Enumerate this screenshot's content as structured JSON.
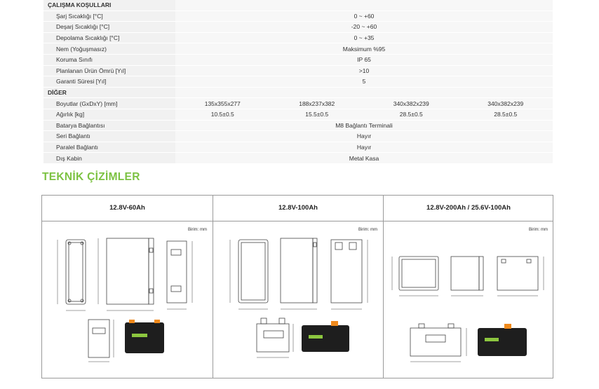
{
  "spec_table": {
    "operating_section": "ÇALIŞMA KOŞULLARI",
    "operating_rows": [
      {
        "label": "Şarj Sıcaklığı [°C]",
        "value": "0 ~ +60"
      },
      {
        "label": "Deşarj Sıcaklığı [°C]",
        "value": "-20 ~ +60"
      },
      {
        "label": "Depolama Sıcaklığı [°C]",
        "value": "0 ~ +35"
      },
      {
        "label": "Nem (Yoğuşmasız)",
        "value": "Maksimum %95"
      },
      {
        "label": "Koruma Sınıfı",
        "value": "IP 65"
      },
      {
        "label": "Planlanan Ürün Ömrü [Yıl]",
        "value": ">10"
      },
      {
        "label": "Garanti Süresi [Yıl]",
        "value": "5"
      }
    ],
    "other_section": "DİĞER",
    "dimensions": {
      "label": "Boyutlar (GxDxY) [mm]",
      "values": [
        "135x355x277",
        "188x237x382",
        "340x382x239",
        "340x382x239"
      ]
    },
    "weight": {
      "label": "Ağırlık [kg]",
      "values": [
        "10.5±0.5",
        "15.5±0.5",
        "28.5±0.5",
        "28.5±0.5"
      ]
    },
    "other_rows": [
      {
        "label": "Batarya Bağlantısı",
        "value": "M8 Bağlantı Terminali"
      },
      {
        "label": "Seri Bağlantı",
        "value": "Hayır"
      },
      {
        "label": "Paralel Bağlantı",
        "value": "Hayır"
      },
      {
        "label": "Dış Kabin",
        "value": "Metal Kasa"
      }
    ]
  },
  "drawings": {
    "title": "TEKNİK ÇİZİMLER",
    "unit_label": "Birim: mm",
    "panels": [
      {
        "title": "12.8V-60Ah"
      },
      {
        "title": "12.8V-100Ah"
      },
      {
        "title": "12.8V-200Ah  / 25.6V-100Ah"
      }
    ],
    "colors": {
      "accent": "#7cc242",
      "battery_body": "#1e1e1e",
      "terminal": "#f08a1c",
      "logo_green": "#8cc63f"
    }
  }
}
